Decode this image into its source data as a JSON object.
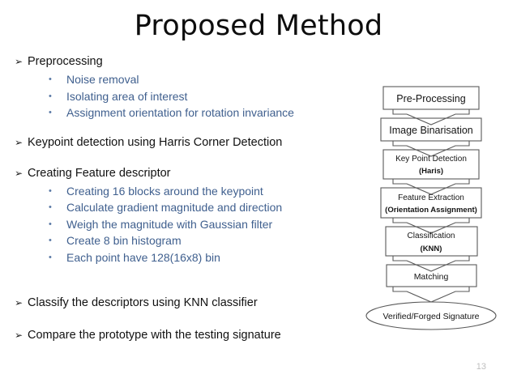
{
  "slide": {
    "title": "Proposed Method",
    "page_number": "13"
  },
  "colors": {
    "title": "#0d0d0d",
    "level1_text": "#111111",
    "level2_text": "#3f5f8e",
    "flow_stroke": "#595959",
    "page_number": "#bfbfbf",
    "background": "#ffffff"
  },
  "bullets": {
    "level1_glyph": "➢",
    "level2_glyph": "•",
    "groups": [
      {
        "heading": "Preprocessing",
        "sub": [
          "Noise removal",
          "Isolating area of interest",
          "Assignment orientation for rotation invariance"
        ]
      },
      {
        "heading": "Keypoint detection using Harris Corner Detection",
        "sub": []
      },
      {
        "heading": "Creating Feature descriptor",
        "sub": [
          "Creating 16 blocks around the keypoint",
          "Calculate gradient magnitude and direction",
          "Weigh the magnitude with Gaussian filter",
          "Create 8 bin histogram",
          "Each point have 128(16x8) bin"
        ]
      },
      {
        "heading": "Classify the descriptors using KNN classifier",
        "sub": []
      },
      {
        "heading": "Compare the prototype with the testing signature",
        "sub": []
      }
    ]
  },
  "flowchart": {
    "shape_sequence": [
      "rect",
      "rect",
      "rect",
      "rect",
      "rect",
      "rect",
      "ellipse"
    ],
    "connector": "down-arrow",
    "nodes": [
      {
        "line1": "Pre-Processing",
        "line2": "",
        "shape": "rect"
      },
      {
        "line1": "Image Binarisation",
        "line2": "",
        "shape": "rect"
      },
      {
        "line1": "Key Point Detection",
        "line2": "(Haris)",
        "shape": "rect"
      },
      {
        "line1": "Feature Extraction",
        "line2": "(Orientation Assignment)",
        "shape": "rect"
      },
      {
        "line1": "Classification",
        "line2": "(KNN)",
        "shape": "rect"
      },
      {
        "line1": "Matching",
        "line2": "",
        "shape": "rect"
      },
      {
        "line1": "Verified/Forged Signature",
        "line2": "",
        "shape": "ellipse"
      }
    ]
  }
}
